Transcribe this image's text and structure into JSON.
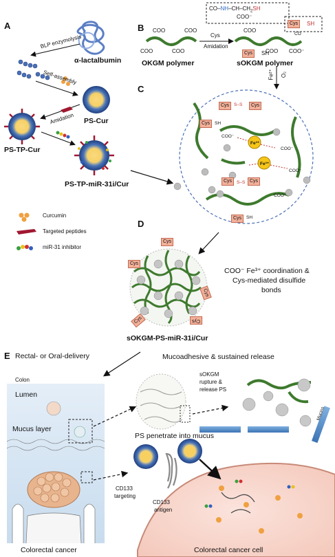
{
  "panels": {
    "a": "A",
    "b": "B",
    "c": "C",
    "d": "D",
    "e": "E"
  },
  "panel_a": {
    "protein": "α-lactalbumin",
    "step1": "BLP enzymolysis",
    "step2": "Self-assembly",
    "step3": "Amidation",
    "ps_cur": "PS-Cur",
    "ps_tp_cur": "PS-TP-Cur",
    "ps_tp_mir": "PS-TP-miR-31i/Cur"
  },
  "legend": {
    "curcumin": "Curcumin",
    "peptides": "Targeted peptides",
    "mir": "miR-31 inhibitor"
  },
  "panel_b": {
    "formula_co": "CO",
    "formula_nh": "NH",
    "formula_mid": "CH",
    "formula_ch2": "CH",
    "formula_sh": "SH",
    "formula_coo": "COO⁻",
    "coo": "COO",
    "coo_neg": "COO⁻",
    "reaction_top": "Cys",
    "reaction_bottom": "Amidation",
    "cys": "Cys",
    "sh": "SH",
    "co": "CO",
    "okgm": "OKGM polymer",
    "sokgm": "sOKGM polymer",
    "fe": "Fe²⁺",
    "o2": "O₂"
  },
  "panel_c": {
    "fe3": "Fe³⁺",
    "ss": "S–S",
    "coo": "COO⁻",
    "cys": "Cys",
    "sh": "SH"
  },
  "panel_d": {
    "coordination_line1": "COO⁻ Fe³⁺ coordination &",
    "coordination_line2": "Cys-mediated disulfide",
    "coordination_line3": "bonds",
    "caption": "sOKGM-PS-miR-31i/Cur",
    "cys": "Cys"
  },
  "panel_e": {
    "delivery": "Rectal- or Oral-delivery",
    "mucoadhesive": "Mucoadhesive & sustained release",
    "colon": "Colon",
    "lumen": "Lumen",
    "mucus": "Mucus layer",
    "rupture_1": "sOKGM",
    "rupture_2": "rupture &",
    "rupture_3": "release PS",
    "penetrate": "PS penetrate into mucus",
    "mucins": "Mucins",
    "cd133_targeting_1": "CD133",
    "cd133_targeting_2": "targeting",
    "cd133_antigen_1": "CD133",
    "cd133_antigen_2": "antigen",
    "colorectal_cancer": "Colorectal cancer",
    "colorectal_cell": "Colorectal cancer cell"
  }
}
